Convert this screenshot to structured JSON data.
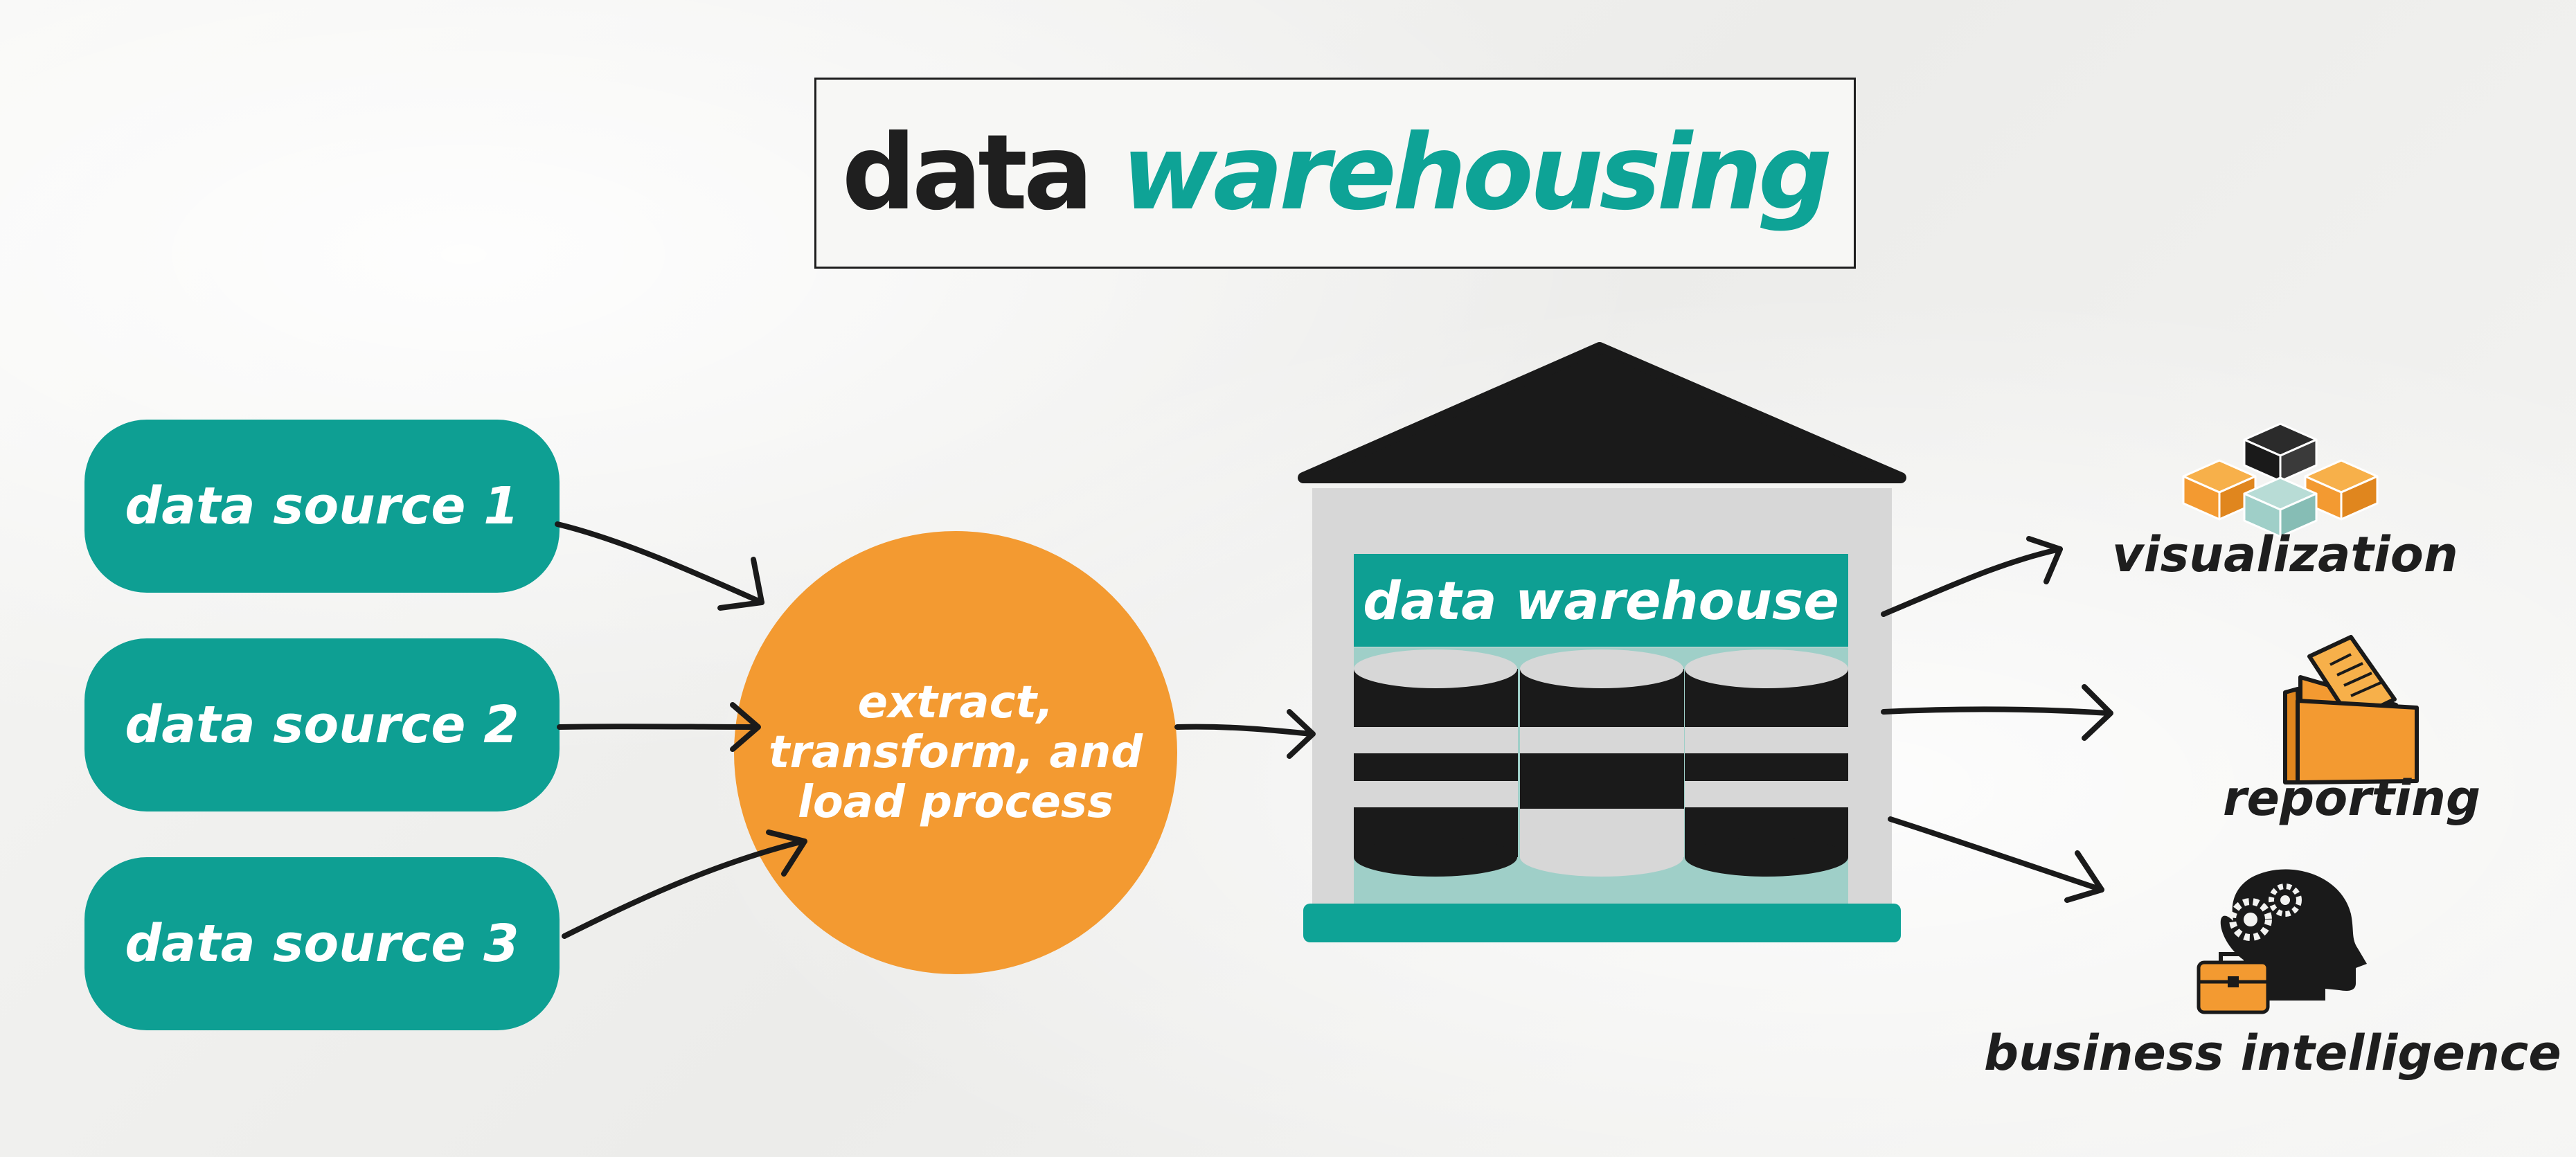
{
  "title": {
    "part1": "data",
    "part2": "warehousing"
  },
  "sources": [
    {
      "label": "data source 1"
    },
    {
      "label": "data source 2"
    },
    {
      "label": "data source 3"
    }
  ],
  "etl": {
    "label": "extract, transform, and load process"
  },
  "warehouse": {
    "label": "data warehouse"
  },
  "outputs": [
    {
      "label": "visualization",
      "icon": "cubes-icon"
    },
    {
      "label": "reporting",
      "icon": "folder-documents-icon"
    },
    {
      "label": "business intelligence",
      "icon": "head-gears-briefcase-icon"
    }
  ],
  "colors": {
    "teal": "#0e9f93",
    "teal_light": "#9fcfc8",
    "orange": "#f39a31",
    "black": "#1a1a1a",
    "gray": "#d7d7d7"
  }
}
